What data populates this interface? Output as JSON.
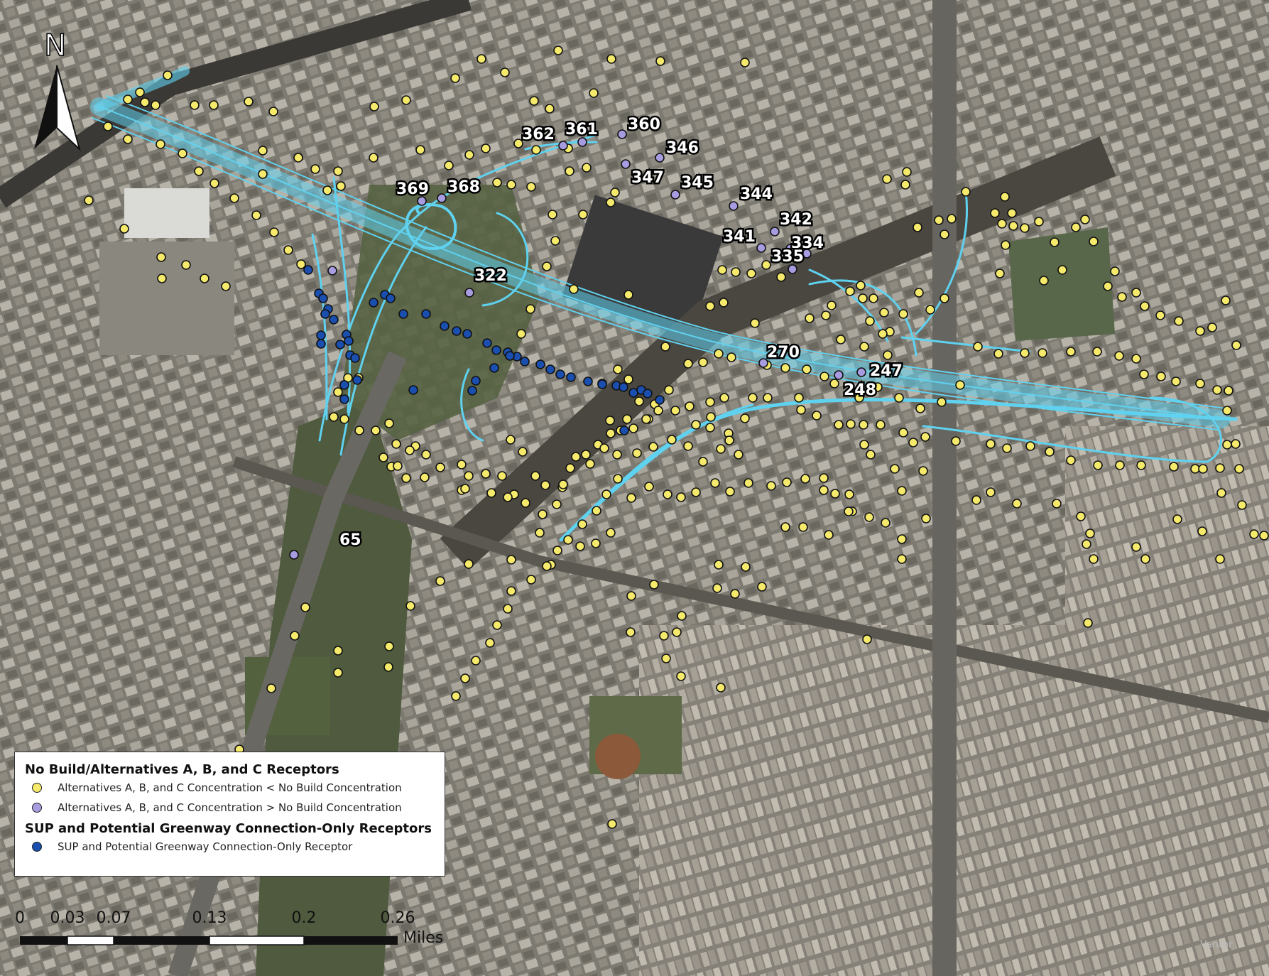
{
  "colors": {
    "lower": "#f5ea6b",
    "higher": "#a79ce0",
    "sup": "#1a4fb0",
    "road": "#5fd2f0"
  },
  "north_arrow": {
    "letter": "N",
    "icon": "north-arrow-icon"
  },
  "labels": {
    "l362": "362",
    "l361": "361",
    "l360": "360",
    "l346": "346",
    "l347": "347",
    "l345": "345",
    "l369": "369",
    "l368": "368",
    "l344": "344",
    "l342": "342",
    "l341": "341",
    "l334": "334",
    "l335": "335",
    "l322": "322",
    "l270": "270",
    "l247": "247",
    "l248": "248",
    "l65": "65"
  },
  "legend": {
    "heading1": "No Build/Alternatives A, B, and C Receptors",
    "item_lower": "Alternatives A, B, and C Concentration < No Build Concentration",
    "item_higher": "Alternatives A, B, and C Concentration > No Build Concentration",
    "heading2": "SUP and Potential Greenway Connection-Only Receptors",
    "item_sup": "SUP and Potential Greenway Connection-Only Receptor"
  },
  "scale": {
    "ticks": [
      "0",
      "0.03",
      "0.07",
      "0.13",
      "0.2",
      "0.26"
    ],
    "unit": "Miles"
  },
  "credit": "Vantor"
}
